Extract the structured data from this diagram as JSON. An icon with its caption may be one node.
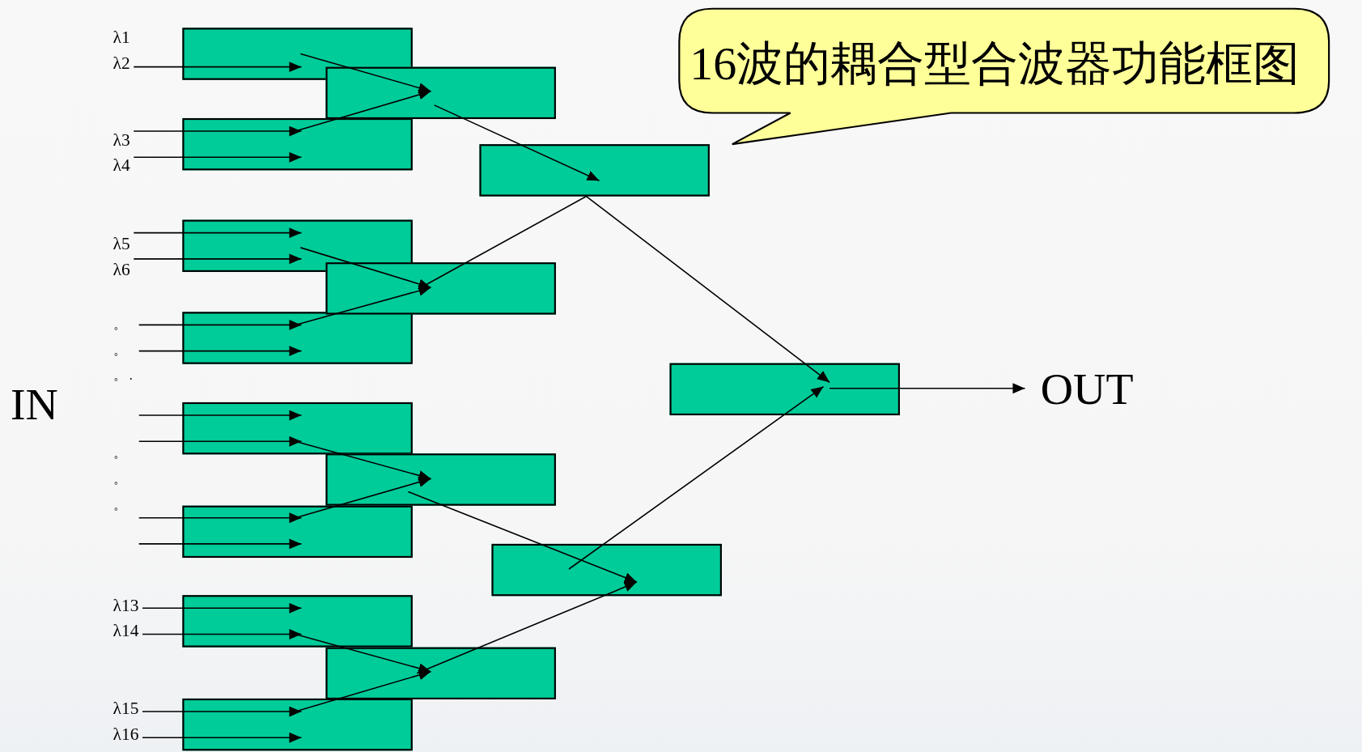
{
  "diagram": {
    "nodes": [
      {
        "text": [
          "λ2"
        ]
      },
      {
        "text": [
          "λ3"
        ]
      },
      {
        "text": [
          "λ4"
        ]
      },
      {
        "text": [
          "λ5"
        ]
      },
      {
        "text": [
          "λ6"
        ]
      },
      {
        "text": [
          "λ13"
        ]
      },
      {
        "text": [
          "λ14"
        ]
      },
      {
        "text": [
          "λ15"
        ]
      },
      {
        "text": [
          "λ16"
        ]
      },
      {
        "text": [],
        "shape": "box"
      },
      {
        "text": [],
        "shape": "box"
      },
      {
        "text": [],
        "shape": "box"
      },
      {
        "text": [],
        "shape": "box"
      },
      {
        "text": [],
        "shape": "box"
      },
      {
        "text": [],
        "shape": "box"
      },
      {
        "text": [],
        "shape": "box"
      },
      {
        "text": [],
        "shape": "box"
      },
      {
        "text": [],
        "shape": "box"
      },
      {
        "text": [],
        "shape": "box"
      },
      {
        "text": [],
        "shape": "box"
      },
      {
        "text": [],
        "shape": "box"
      },
      {
        "text": [],
        "shape": "box"
      },
      {
        "text": [],
        "shape": "box"
      },
      {
        "text": [],
        "shape": "box"
      },
      {
        "text": [
          "OUT"
        ]
      },
      {
        "text": [
          "16波的耦合型合波器功能框图"
        ]
      }
    ],
    "edges": [
      {
        "from": 0,
        "to": 9,
        "arrow": "to"
      },
      {
        "from": 1,
        "to": 10,
        "arrow": "to"
      },
      {
        "from": 2,
        "to": 10,
        "arrow": "to"
      },
      {
        "from": 3,
        "to": 11,
        "arrow": "to"
      },
      {
        "from": 4,
        "to": 11,
        "arrow": "to"
      },
      {
        "from": null,
        "to": 12,
        "arrow": "to"
      },
      {
        "from": null,
        "to": 12,
        "arrow": "to"
      },
      {
        "from": null,
        "to": 13,
        "arrow": "to"
      },
      {
        "from": null,
        "to": 13,
        "arrow": "to"
      },
      {
        "from": null,
        "to": 14,
        "arrow": "to"
      },
      {
        "from": null,
        "to": 14,
        "arrow": "to"
      },
      {
        "from": 5,
        "to": 15,
        "arrow": "to"
      },
      {
        "from": 6,
        "to": 15,
        "arrow": "to"
      },
      {
        "from": 7,
        "to": 16,
        "arrow": "to"
      },
      {
        "from": 8,
        "to": 16,
        "arrow": "to"
      },
      {
        "from": 9,
        "to": 17,
        "arrow": "to"
      },
      {
        "from": 10,
        "to": 17,
        "arrow": "to"
      },
      {
        "from": 11,
        "to": 18,
        "arrow": "to"
      },
      {
        "from": 12,
        "to": 18,
        "arrow": "to"
      },
      {
        "from": 13,
        "to": 19,
        "arrow": "to"
      },
      {
        "from": 14,
        "to": 19,
        "arrow": "to"
      },
      {
        "from": 15,
        "to": 20,
        "arrow": "to"
      },
      {
        "from": 16,
        "to": 20,
        "arrow": "to"
      },
      {
        "from": 17,
        "to": 21,
        "arrow": "to"
      },
      {
        "from": 18,
        "to": 21,
        "arrow": "none"
      },
      {
        "from": 19,
        "to": 22,
        "arrow": "to"
      },
      {
        "from": 20,
        "to": 22,
        "arrow": "to"
      },
      {
        "from": 21,
        "to": 23,
        "arrow": "to"
      },
      {
        "from": 22,
        "to": 23,
        "arrow": "to"
      },
      {
        "from": 23,
        "to": 24,
        "arrow": "to"
      }
    ],
    "labels": [
      "λ1",
      "。",
      "。",
      "。 .",
      "。",
      "。",
      "。",
      "IN"
    ]
  }
}
